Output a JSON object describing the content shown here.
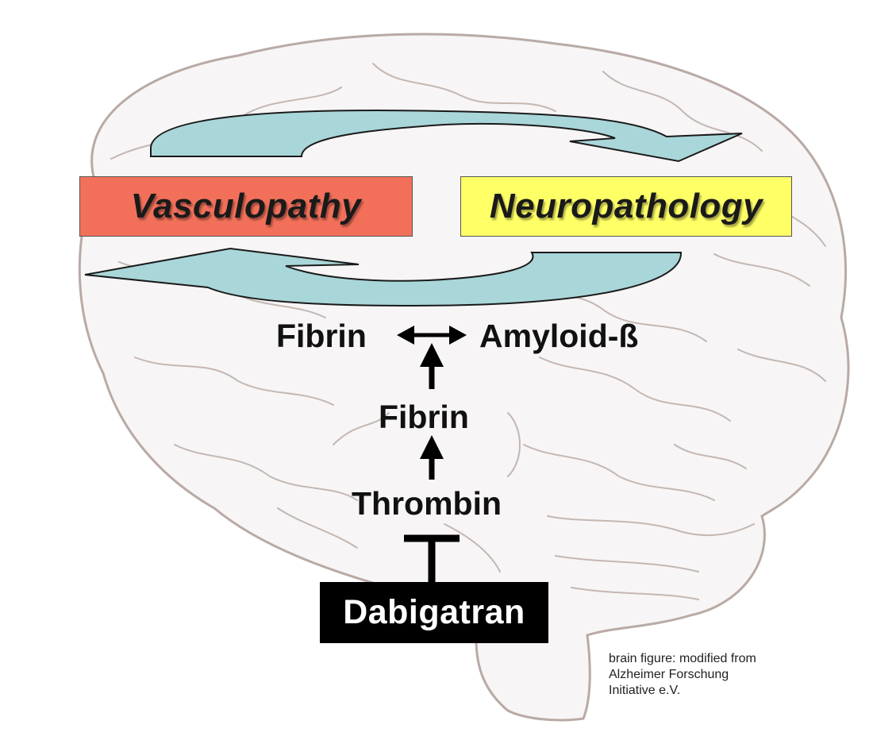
{
  "colors": {
    "vasculopathy_fill": "#f2705a",
    "neuropathology_fill": "#ffff66",
    "arrow_fill": "#a9d6d9",
    "brain_fill": "#f7f5f5",
    "brain_line": "#b9aaa5",
    "dabigatran_fill": "#000000"
  },
  "boxes": {
    "vasculopathy": "Vasculopathy",
    "neuropathology": "Neuropathology"
  },
  "pathway": {
    "fibrin_top": "Fibrin",
    "amyloid": "Amyloid-ß",
    "fibrin_mid": "Fibrin",
    "thrombin": "Thrombin",
    "dabigatran": "Dabigatran"
  },
  "credit": {
    "line1": "brain figure:  modified from",
    "line2": "Alzheimer Forschung",
    "line3": "Initiative e.V."
  }
}
